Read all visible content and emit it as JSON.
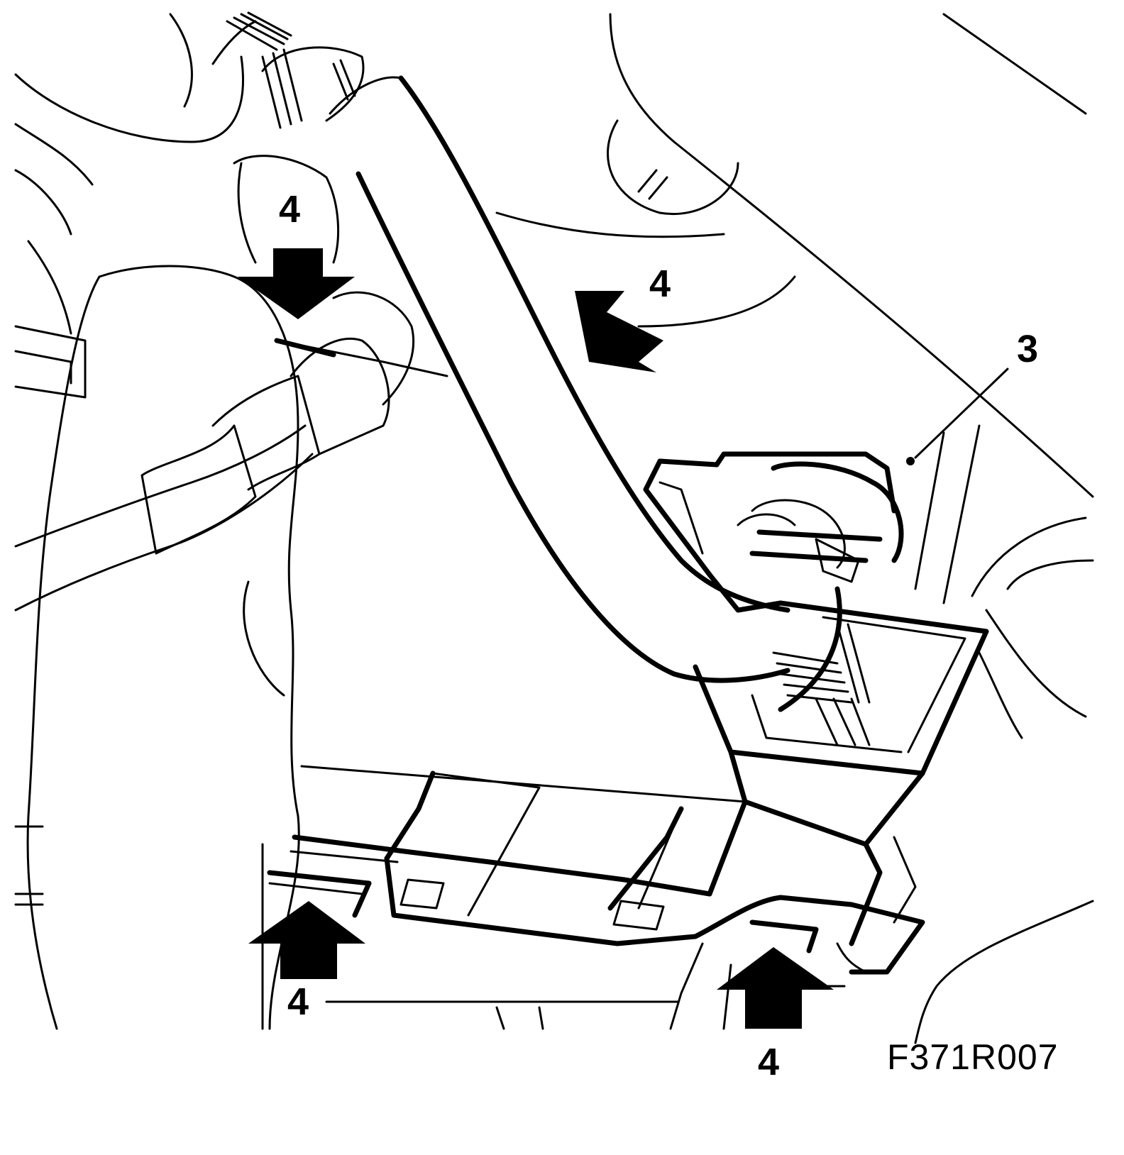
{
  "callouts": {
    "arrow_top_left": "4",
    "arrow_top_mid": "4",
    "part_3": "3",
    "bottom_left": "4",
    "bottom_right": "4"
  },
  "figure_code": "F371R007"
}
